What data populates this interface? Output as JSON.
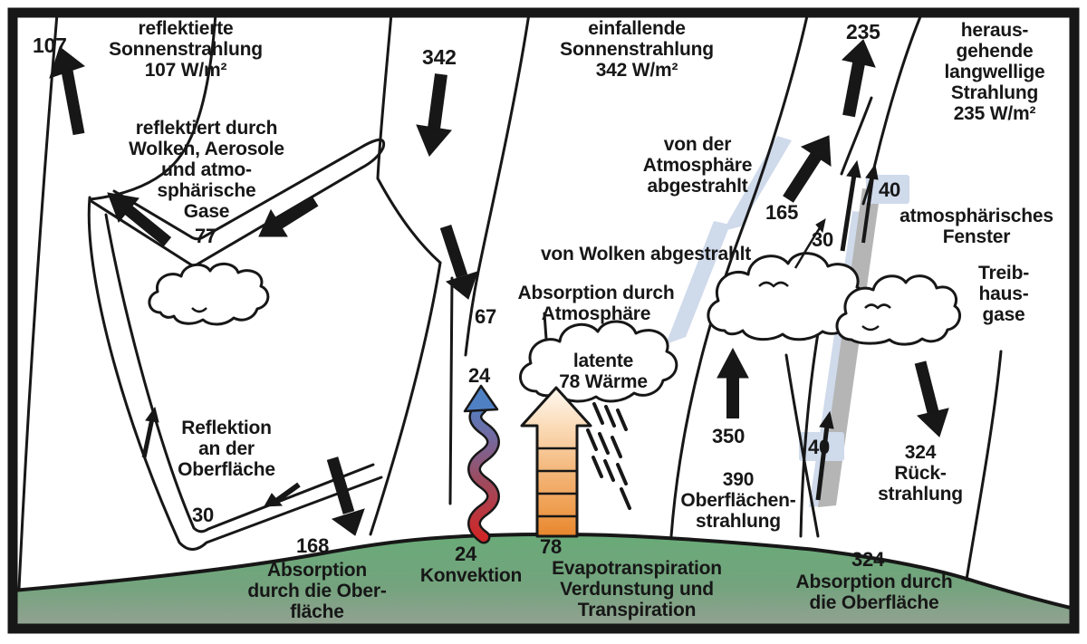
{
  "diagram_title": "Energiebilanz der Erde (Earth energy budget, German)",
  "colors": {
    "ink": "#171717",
    "ground_green": "#68ab77",
    "ground_gray": "#9aa296",
    "ribbon_blue": "#cfdaeb",
    "ribbon_gray": "#b5b5b5",
    "convection_red": "#cf2727",
    "convection_purple": "#76689c",
    "convection_blue": "#4f80c4",
    "evapo_orange": "#e8862c",
    "cloud_white": "#ffffff"
  },
  "labels": {
    "n107": "107",
    "reflected_sun": "reflektierte\nSonnenstrahlung\n107 W/m²",
    "reflected_by": "reflektiert durch\nWolken, Aerosole\nund atmo-\nsphärische\nGase",
    "n77": "77",
    "n342": "342",
    "incoming_sun": "einfallende\nSonnenstrahlung\n342 W/m²",
    "n235": "235",
    "outgoing_lw": "heraus-\ngehende\nlangwellige\nStrahlung\n235 W/m²",
    "atm_emitted": "von der\nAtmosphäre\nabgestrahlt",
    "n165": "165",
    "n40_top": "40",
    "atm_window": "atmosphärisches\nFenster",
    "n30_cloud": "30",
    "cloud_emitted": "von Wolken abgestrahlt",
    "absorption_atm": "Absorption durch\nAtmosphäre",
    "n67": "67",
    "greenhouse": "Treib-\nhaus-\ngase",
    "n24_arrow": "24",
    "latent_heat": "latente\n78 Wärme",
    "n350": "350",
    "n40_mid": "40",
    "back_rad": "324\nRück-\nstrahlung",
    "surface_rad": "390\nOberflächen-\nstrahlung",
    "surf_reflection": "Reflektion\nan der\nOberfläche",
    "n30_surface": "30",
    "n168": "168",
    "surface_absorption": "Absorption\ndurch die Ober-\nfläche",
    "n24_ground": "24",
    "convection": "Konvektion",
    "n78_ground": "78",
    "evapo": "Evapotranspiration\nVerdunstung und\nTranspiration",
    "n324_ground": "324",
    "ground_absorption": "Absorption durch\ndie Oberfläche"
  }
}
